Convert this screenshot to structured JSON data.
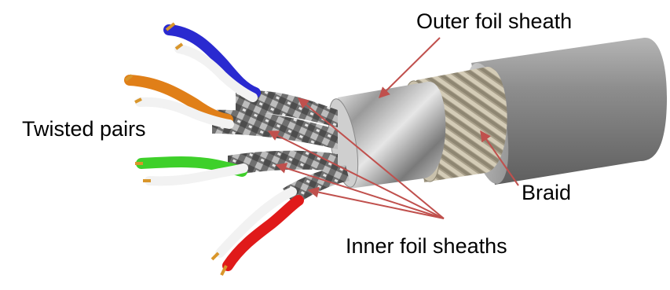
{
  "labels": {
    "outer_foil_sheath": "Outer foil sheath",
    "twisted_pairs": "Twisted pairs",
    "braid": "Braid",
    "inner_foil_sheaths": "Inner foil sheaths"
  },
  "colors": {
    "background": "#ffffff",
    "arrow": "#c0504d",
    "jacket": "#8a8a8a",
    "braid": "#b7ad98",
    "foil": "#c9c9c9",
    "pair_blue": "#2a2ad0",
    "pair_orange": "#e07f18",
    "pair_green": "#3ed02a",
    "pair_red": "#e01a1a",
    "pair_white": "#f2f2f2",
    "copper": "#d9962b"
  }
}
